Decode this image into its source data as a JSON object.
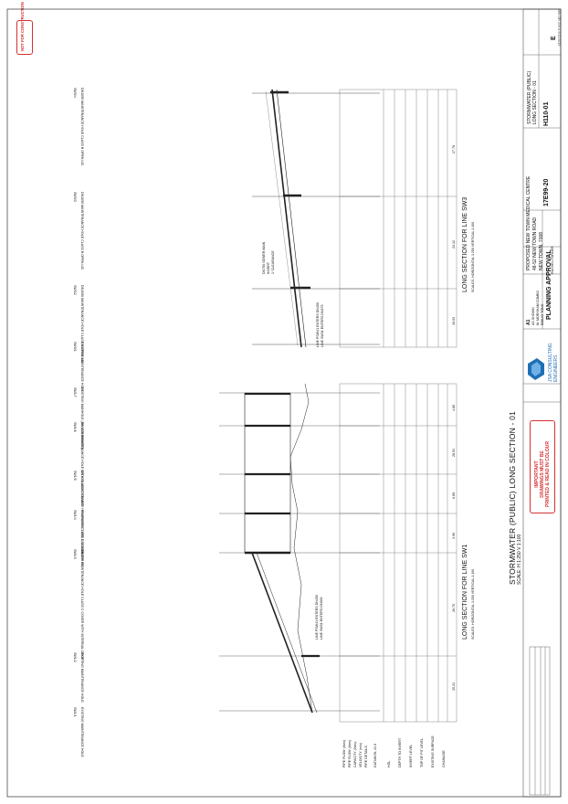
{
  "sheet": {
    "not_for_construction": "NOT FOR CONSTRUCTION",
    "important_note": [
      "IMPORTANT",
      "DRAWINGS MUST BE",
      "PRINTED & READ IN COLOUR"
    ],
    "print_stamp": "MIN OR 219 & 5/12/2019",
    "drawing_title": "STORMWATER (PUBLIC) LONG SECTION - 01",
    "drawing_scale": "SCALE: H 1:250 V 1:100"
  },
  "sections": {
    "sw1": {
      "title": "LONG SECTION FOR LINE SW1",
      "scales": "SCALES: HORIZONTAL 1:250 VERTICAL 1:100",
      "pits": [
        {
          "id": "SW1/1",
          "label": "EXISTING MAINTENANCE HOLE"
        },
        {
          "id": "SW1/2",
          "label": "EXISTING MAINTENANCE HOLE"
        },
        {
          "id": "SW1/3",
          "label": "DN1050 MAINTENANCE HOLE CLASS C COVER WITH INTERNAL DROP"
        },
        {
          "id": "SW1/4",
          "label": "PROPOSED TYPE 3 SIDE ENTRY PIT"
        },
        {
          "id": "SW1/5",
          "label": "DN1050 MAINTENANCE HOLE WITH CLASS D COVER"
        },
        {
          "id": "SW1/6",
          "label": "DN1050 MAINTENANCE HOLE WITH CLASS D COVER"
        },
        {
          "id": "SW1/7",
          "label": "EXISTING MANHOLE (INV CONFIRMED)"
        }
      ],
      "pipe_notes": [
        "LINE PSW41 ENTERS DN450",
        "LINE SW31 ENTERS DN300"
      ],
      "chainages": [
        "15.21",
        "26.70",
        "3.90",
        "6.89",
        "28.51",
        "4.80"
      ]
    },
    "sw3": {
      "title": "LONG SECTION FOR LINE SW3",
      "scales": "SCALES: HORIZONTAL 1:250 VERTICAL 1:100",
      "pits": [
        {
          "id": "SW3/1",
          "label": "EXISTING MAINTENANCE HOLE"
        },
        {
          "id": "SW3/2",
          "label": "DN1050 MAINTENANCE HOLE CLASS B OPEN LID"
        },
        {
          "id": "SW3/3",
          "label": "DN1050 MAINTENANCE HOLE CLASS B OPEN LID"
        },
        {
          "id": "SW3/4",
          "label": "DN1050 MAINTENANCE HOLE CLASS B OPEN LID"
        }
      ],
      "pipe_notes": [
        "LINE PSW41 ENTERS DN450",
        "LINE SW31 ENTERS DN375"
      ],
      "service_note": [
        "DN750 SEWER MAIN",
        "INVERT",
        "1' CLEARANCE"
      ],
      "chainages": [
        "16.03",
        "23.12",
        "27.78"
      ]
    }
  },
  "table_rows": [
    "PIPE FLOW (l/sec)",
    "PIPE FLOW (l/sec)",
    "CAPACITY (l/sec)",
    "VELOCITY (m/s)",
    "PIPE DETAILS",
    "DATUM RL 41.0",
    "HGL",
    "DEPTH TO INVERT",
    "INVERT LEVEL",
    "TOP OF PIT LEVEL",
    "EXISTING SURFACE",
    "CHAINAGE"
  ],
  "title_block": {
    "project": "PROPOSED NEW TOWN MEDICAL CENTRE",
    "address": "48-52 NEW TOWN ROAD",
    "suburb": "NEW TOWN, 7008",
    "sheet_title": [
      "STORMWATER (PUBLIC)",
      "LONG SECTION - 01"
    ],
    "company": [
      "JSA CONSULTING",
      "ENGINEERS"
    ],
    "status": "PLANNING APPROVAL",
    "size": "A1",
    "scale": "AS SHOWN",
    "drawn": "M. MORSHAM COMBS",
    "designed": "EMILIO TONG",
    "approved": "RACHEL FORNER",
    "project_no": "17E99-20",
    "drawing_no": "H110-01",
    "revision": "E"
  },
  "colors": {
    "ink": "#111111",
    "red": "#d43030",
    "blue": "#1f6fb5",
    "grey": "#9a9a9a"
  }
}
